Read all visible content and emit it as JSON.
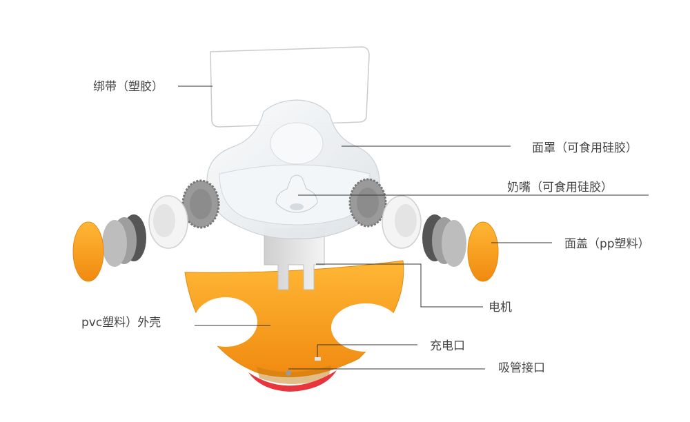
{
  "labels": {
    "strap": "绑带（塑胶）",
    "mask": "面罩（可食用硅胶）",
    "nipple": "奶嘴（可食用硅胶）",
    "cover": "面盖（pp塑料）",
    "motor": "电机",
    "shell": "pvc塑料）外壳",
    "charging_port": "充电口",
    "straw_port": "吸管接口"
  },
  "colors": {
    "orange": "#F5A623",
    "orange_dark": "#E08A12",
    "red": "#E8343C",
    "silicone": "#E9EDF0",
    "filter_dark": "#555555",
    "filter_light": "#BDBDBD",
    "line": "#333333",
    "text": "#444444"
  }
}
